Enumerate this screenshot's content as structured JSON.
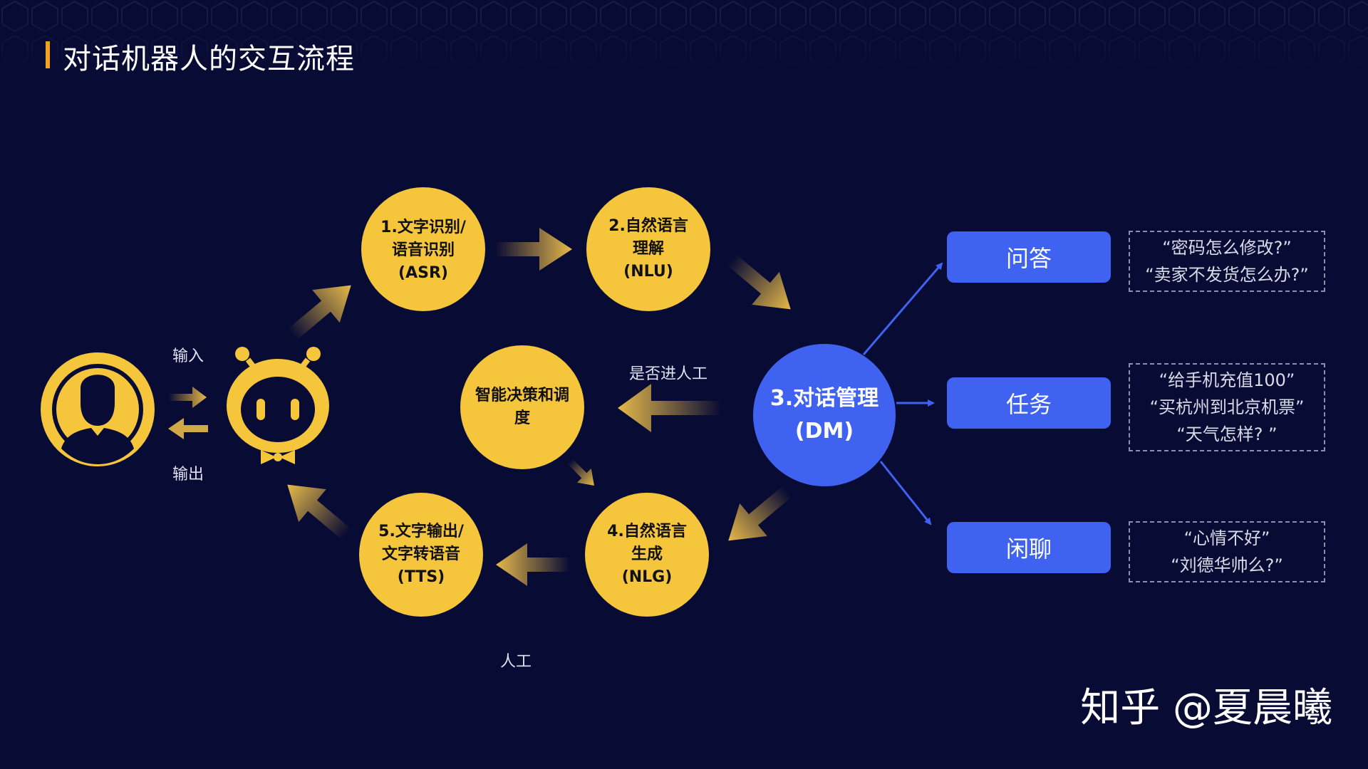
{
  "title": "对话机器人的交互流程",
  "colors": {
    "background": "#080b33",
    "node_yellow": "#f5c53c",
    "dm_blue": "#3f63f0",
    "accent_orange": "#f3a21f",
    "arrow_gold": "#e7b94a"
  },
  "icons": {
    "user": "user-avatar-icon",
    "robot": "robot-mascot-icon"
  },
  "labels": {
    "input": "输入",
    "output": "输出",
    "whether_manual": "是否进人工",
    "manual": "人工"
  },
  "nodes": {
    "asr": [
      "1.文字识别/",
      "语音识别",
      "(ASR)"
    ],
    "nlu": [
      "2.自然语言",
      "理解",
      "(NLU)"
    ],
    "dm": [
      "3.对话管理",
      "(DM)"
    ],
    "nlg": [
      "4.自然语言",
      "生成",
      "(NLG)"
    ],
    "tts": [
      "5.文字输出/",
      "文字转语音",
      "(TTS)"
    ],
    "decision": [
      "智能决策和调",
      "度"
    ]
  },
  "categories": [
    {
      "label": "问答",
      "examples": [
        "“密码怎么修改?”",
        "“卖家不发货怎么办?”"
      ]
    },
    {
      "label": "任务",
      "examples": [
        "“给手机充值100”",
        "“买杭州到北京机票”",
        "“天气怎样? ”"
      ]
    },
    {
      "label": "闲聊",
      "examples": [
        "“心情不好”",
        "“刘德华帅么?”"
      ]
    }
  ],
  "watermark": "知乎 @夏晨曦"
}
